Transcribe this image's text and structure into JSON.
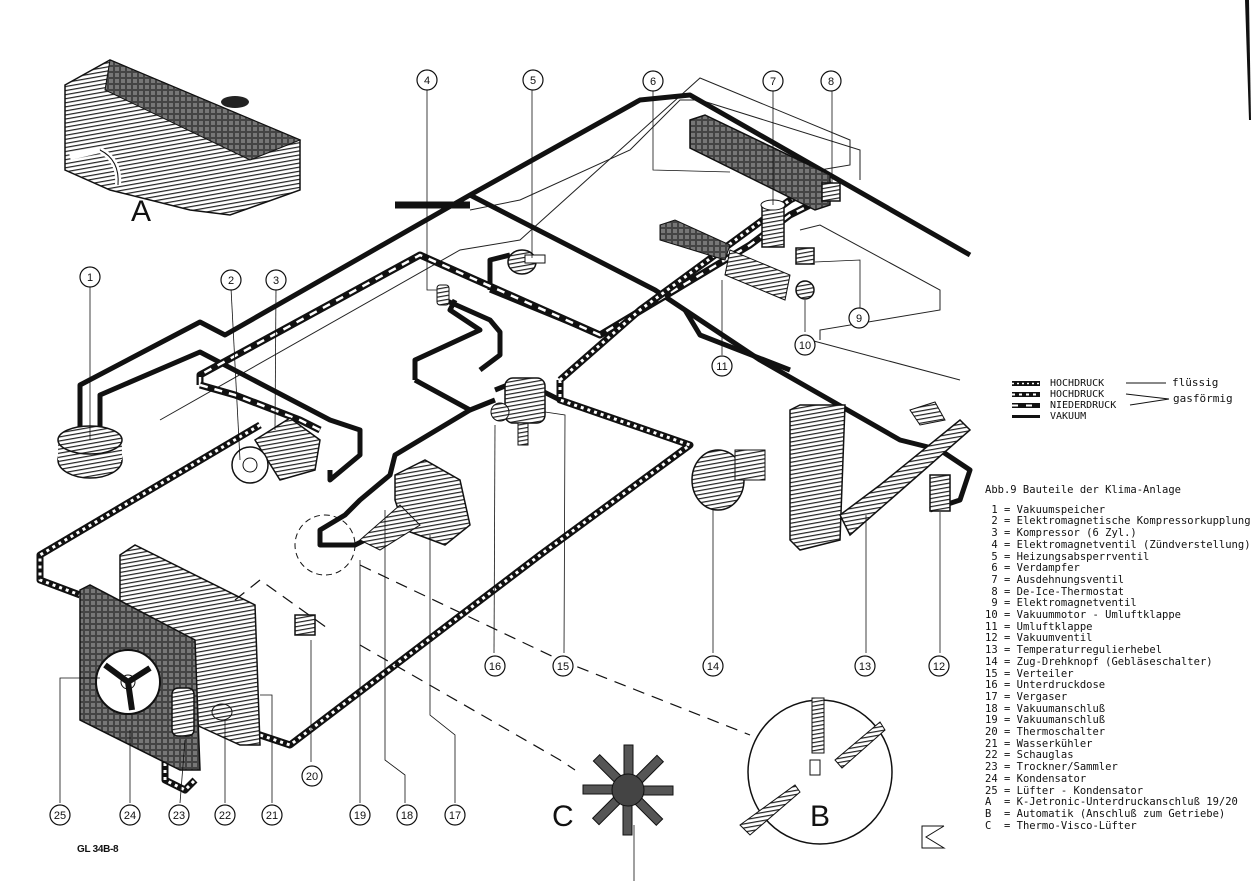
{
  "figure": {
    "caption": "Abb.9 Bauteile der Klima-Anlage",
    "document_code": "GL 34B-8",
    "inset_letters": {
      "A": "A",
      "B": "B",
      "C": "C"
    }
  },
  "legend": {
    "items": [
      {
        "pattern": "hochdruck-fluessig",
        "label": "HOCHDRUCK"
      },
      {
        "pattern": "hochdruck-gas",
        "label": "HOCHDRUCK"
      },
      {
        "pattern": "niederdruck",
        "label": "NIEDERDRUCK"
      },
      {
        "pattern": "vakuum",
        "label": "VAKUUM"
      }
    ],
    "state_liquid": "flüssig",
    "state_gas": "gasförmig"
  },
  "callouts": [
    "1",
    "2",
    "3",
    "4",
    "5",
    "6",
    "7",
    "8",
    "9",
    "10",
    "11",
    "12",
    "13",
    "14",
    "15",
    "16",
    "17",
    "18",
    "19",
    "20",
    "21",
    "22",
    "23",
    "24",
    "25"
  ],
  "parts": [
    {
      "key": " 1",
      "label": "Vakuumspeicher"
    },
    {
      "key": " 2",
      "label": "Elektromagnetische Kompressorkupplung"
    },
    {
      "key": " 3",
      "label": "Kompressor (6 Zyl.)"
    },
    {
      "key": " 4",
      "label": "Elektromagnetventil (Zündverstellung)"
    },
    {
      "key": " 5",
      "label": "Heizungsabsperrventil"
    },
    {
      "key": " 6",
      "label": "Verdampfer"
    },
    {
      "key": " 7",
      "label": "Ausdehnungsventil"
    },
    {
      "key": " 8",
      "label": "De-Ice-Thermostat"
    },
    {
      "key": " 9",
      "label": "Elektromagnetventil"
    },
    {
      "key": "10",
      "label": "Vakuummotor - Umluftklappe"
    },
    {
      "key": "11",
      "label": "Umluftklappe"
    },
    {
      "key": "12",
      "label": "Vakuumventil"
    },
    {
      "key": "13",
      "label": "Temperaturregulierhebel"
    },
    {
      "key": "14",
      "label": "Zug-Drehknopf (Gebläseschalter)"
    },
    {
      "key": "15",
      "label": "Verteiler"
    },
    {
      "key": "16",
      "label": "Unterdruckdose"
    },
    {
      "key": "17",
      "label": "Vergaser"
    },
    {
      "key": "18",
      "label": "Vakuumanschluß"
    },
    {
      "key": "19",
      "label": "Vakuumanschluß"
    },
    {
      "key": "20",
      "label": "Thermoschalter"
    },
    {
      "key": "21",
      "label": "Wasserkühler"
    },
    {
      "key": "22",
      "label": "Schauglas"
    },
    {
      "key": "23",
      "label": "Trockner/Sammler"
    },
    {
      "key": "24",
      "label": "Kondensator"
    },
    {
      "key": "25",
      "label": "Lüfter - Kondensator"
    },
    {
      "key": "A ",
      "label": "K-Jetronic-Unterdruckanschluß 19/20"
    },
    {
      "key": "B ",
      "label": "Automatik (Anschluß zum Getriebe)"
    },
    {
      "key": "C ",
      "label": "Thermo-Visco-Lüfter"
    }
  ],
  "colors": {
    "ink": "#111111",
    "paper": "#ffffff",
    "shade": "#555555"
  }
}
